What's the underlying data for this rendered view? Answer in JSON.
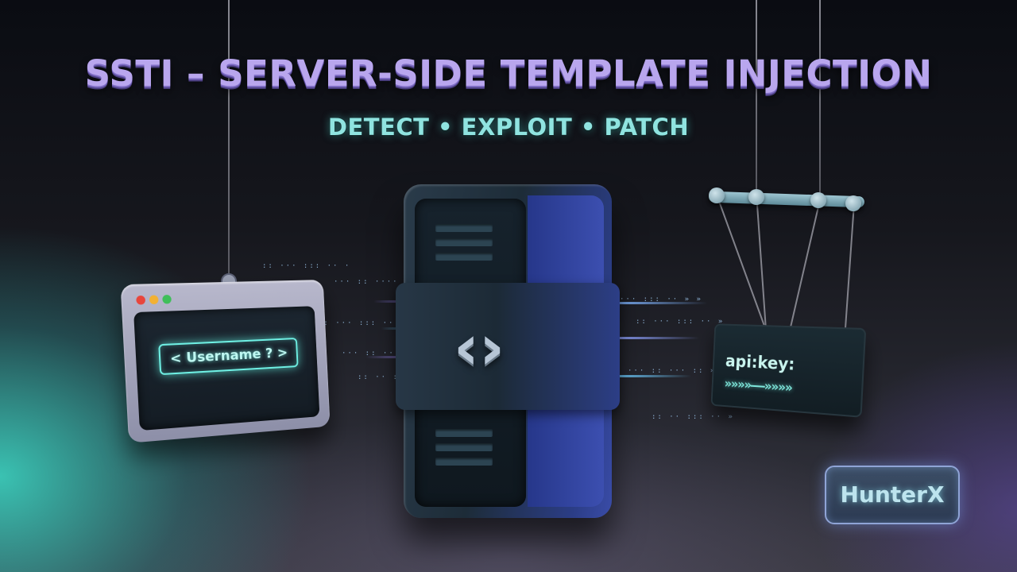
{
  "header": {
    "title": "SSTI – SERVER-SIDE TEMPLATE INJECTION",
    "subtitle": "DETECT • EXPLOIT • PATCH"
  },
  "browser_window": {
    "input_text": "< Username ? >",
    "dot_colors": [
      "#e8463c",
      "#f2b134",
      "#3fbf59"
    ]
  },
  "server": {
    "icon": "code-brackets-icon",
    "icon_glyph": "‹›"
  },
  "api_panel": {
    "label": "api:key:",
    "arrows": "»»»»——»»»»"
  },
  "badge": {
    "text": "HunterX"
  },
  "colors": {
    "title": "#b9a6ee",
    "subtitle": "#8fe4e0",
    "glow": "#6ff0e4",
    "server_accent": "#3c4fb0"
  }
}
